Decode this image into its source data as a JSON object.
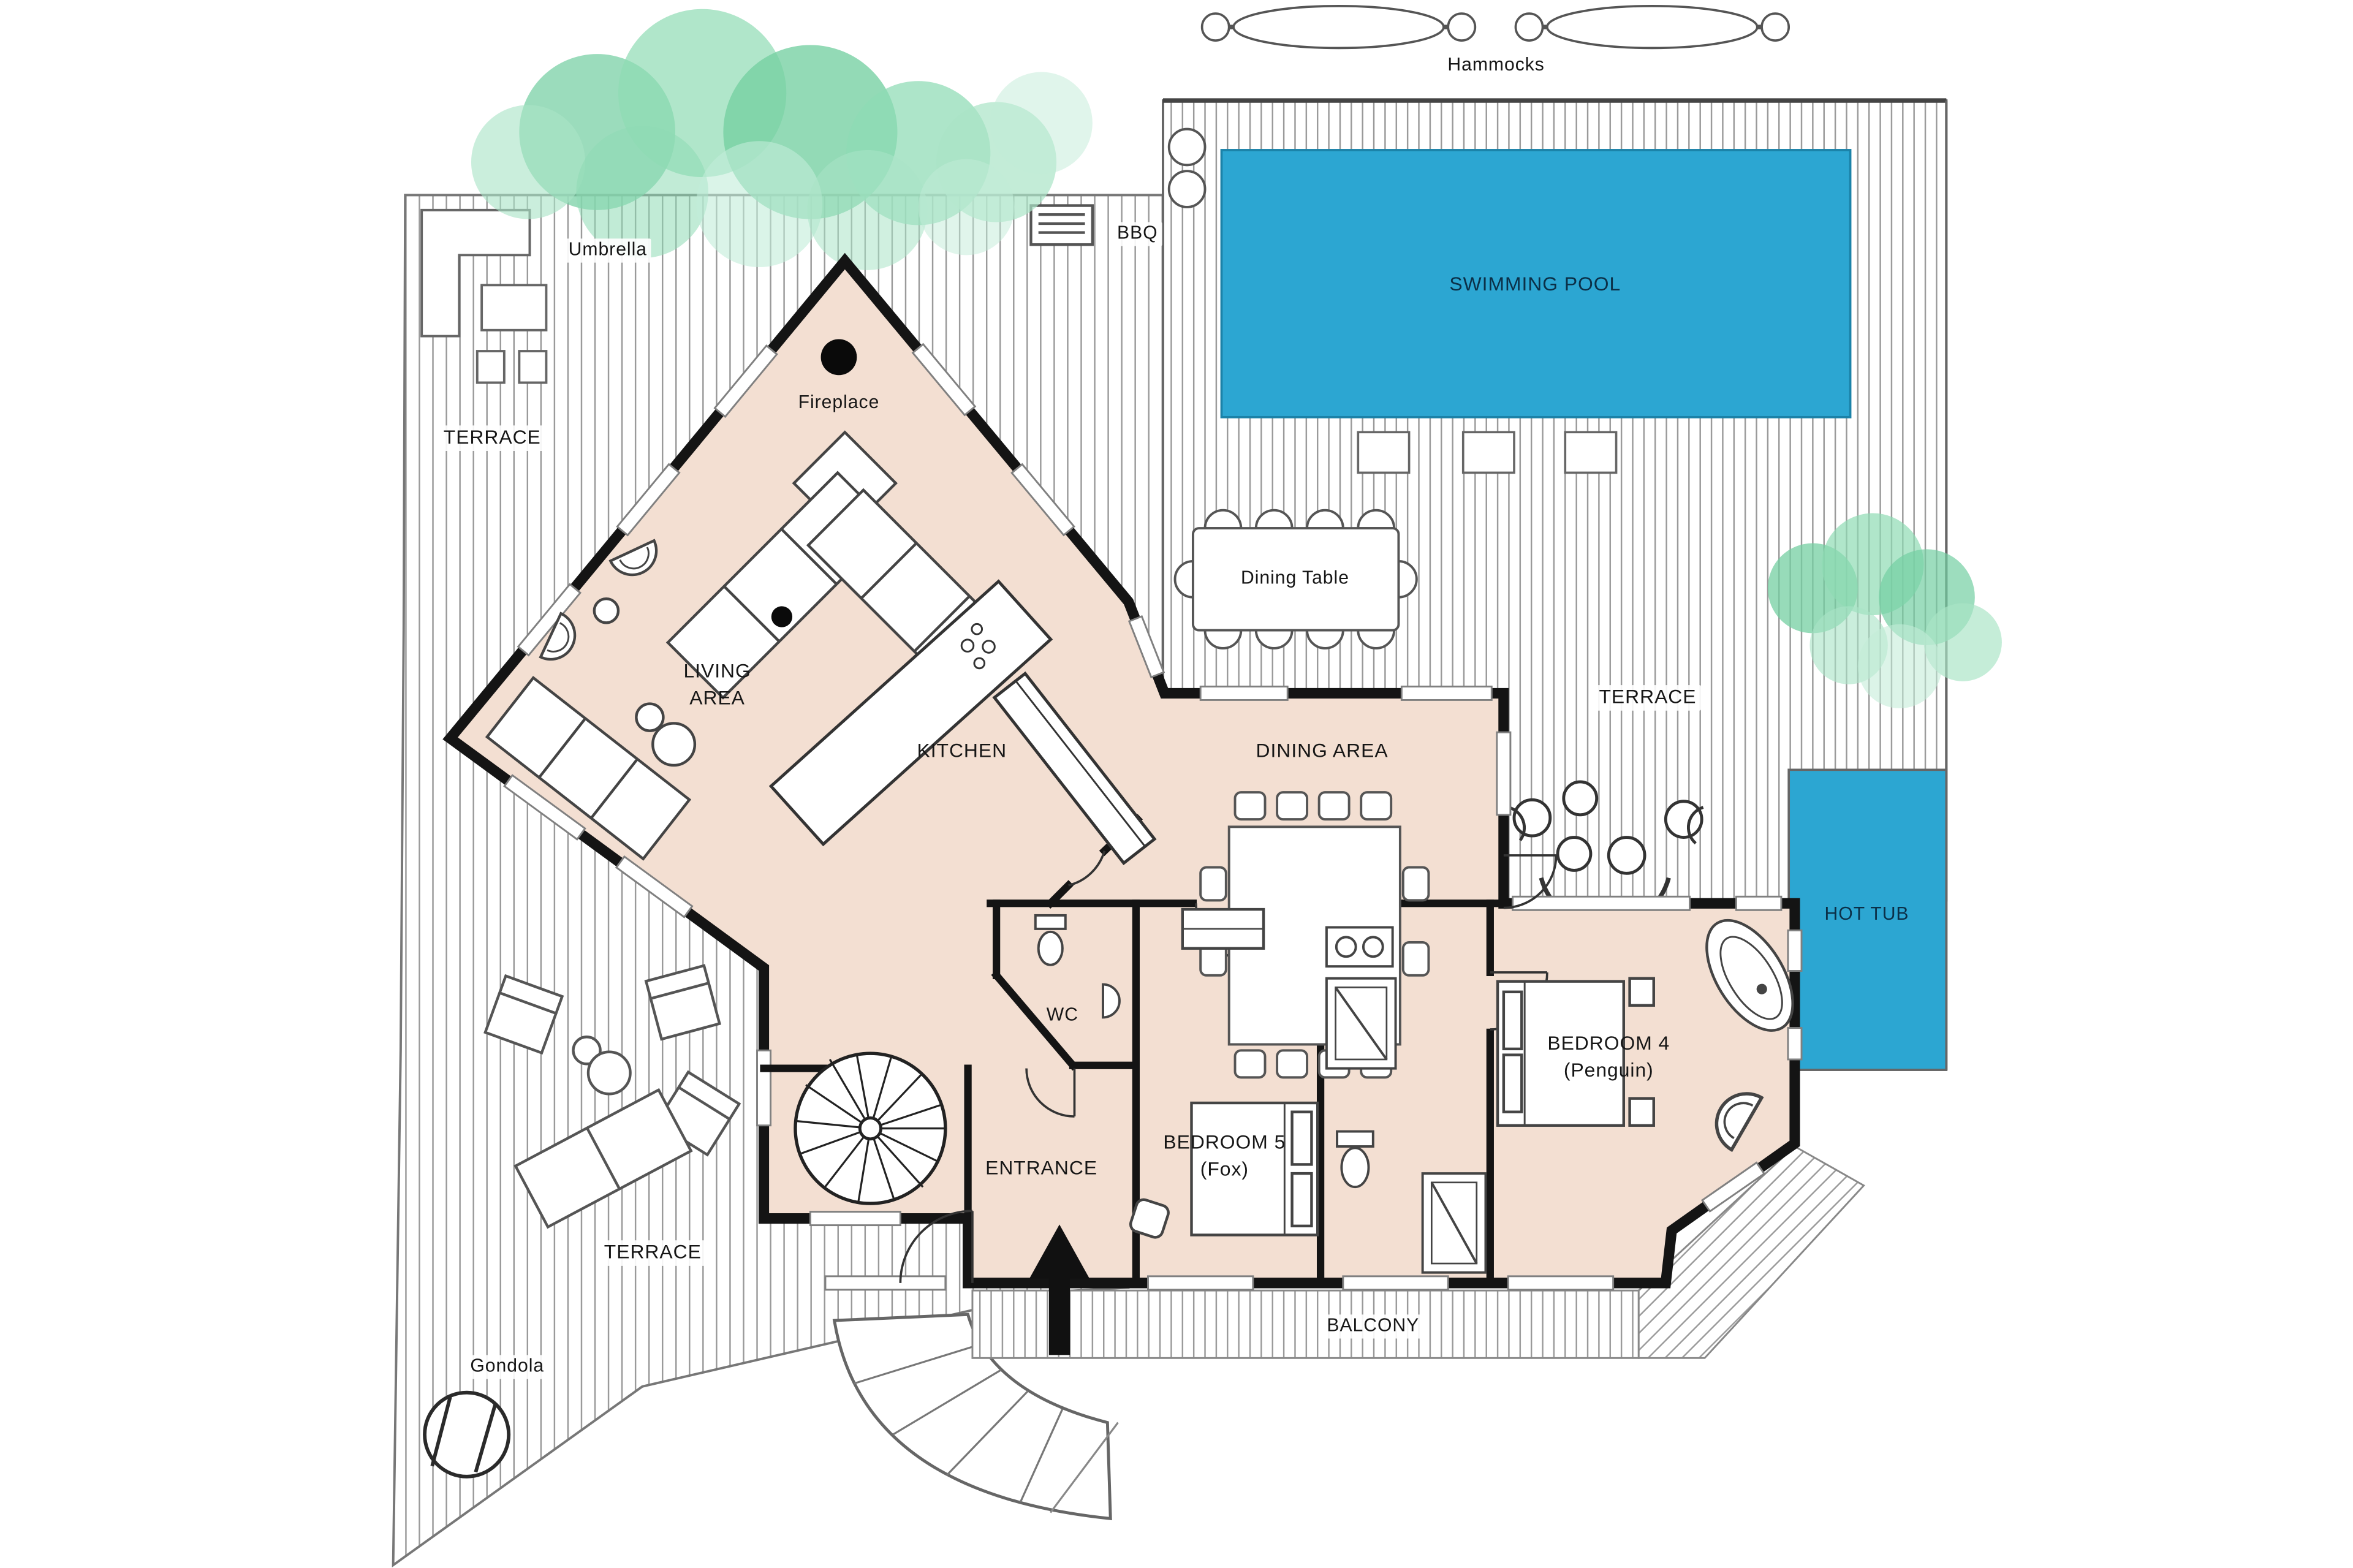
{
  "plan": {
    "colors": {
      "water": "#2CA6D2",
      "floor": "#F3DFD2",
      "wall": "#141414",
      "hatch": "#9a9a9a",
      "tree_dark": "#74cfa2",
      "tree_mid": "#8edbb4",
      "tree_light": "#a9e4c6",
      "tree_pale": "#c2ecd8"
    },
    "labels": {
      "hammocks": "Hammocks",
      "swimming_pool": "SWIMMING POOL",
      "umbrella": "Umbrella",
      "bbq": "BBQ",
      "terrace_top_left": "TERRACE",
      "fireplace": "Fireplace",
      "living_area_line1": "LIVING",
      "living_area_line2": "AREA",
      "kitchen": "KITCHEN",
      "dining_area": "DINING AREA",
      "dining_table": "Dining Table",
      "terrace_right": "TERRACE",
      "hot_tub": "HOT TUB",
      "wc": "WC",
      "entrance": "ENTRANCE",
      "bedroom5_name": "BEDROOM 5",
      "bedroom5_sub": "(Fox)",
      "bedroom4_name": "BEDROOM 4",
      "bedroom4_sub": "(Penguin)",
      "balcony": "BALCONY",
      "terrace_bottom_left": "TERRACE",
      "gondola": "Gondola"
    },
    "icons": {
      "fireplace-icon": "filled circle",
      "bbq-icon": "grill grate rectangle",
      "umbrella-icon": "parasol plan rectangles",
      "hammock-icon": "ellipse with end rings",
      "entrance-arrow-icon": "▲",
      "spiral-stairs-icon": "radial fan",
      "gondola-icon": "circle with straps",
      "pool-ladder-icon": "stacked circles",
      "bathtub-icon": "oval tub",
      "shower-icon": "square with diagonal",
      "tree-icon": "green canopy circles"
    }
  }
}
